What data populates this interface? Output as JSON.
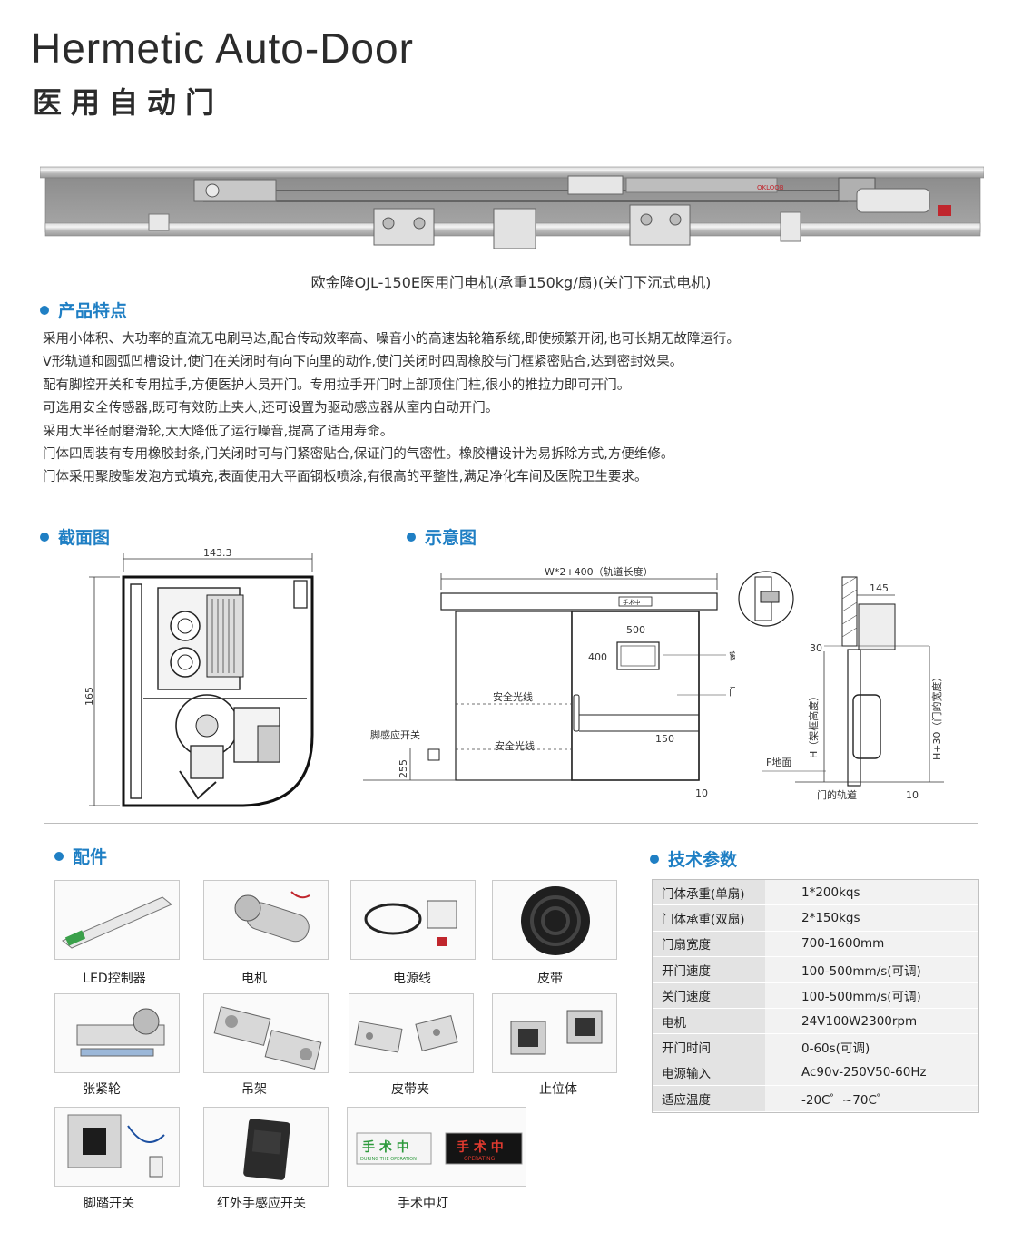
{
  "header": {
    "title_en": "Hermetic  Auto-Door",
    "title_cn": "医用自动门"
  },
  "product_caption": "欧金隆OJL-150E医用门电机(承重150kg/扇)(关门下沉式电机)",
  "rail_panel_labels": [
    "OKLOOB"
  ],
  "sections": {
    "features": "产品特点",
    "cross_section": "截面图",
    "schematic": "示意图",
    "accessories": "配件",
    "specs": "技术参数"
  },
  "features": [
    "采用小体积、大功率的直流无电刷马达,配合传动效率高、噪音小的高速齿轮箱系统,即使频繁开闭,也可长期无故障运行。",
    "V形轨道和圆弧凹槽设计,使门在关闭时有向下向里的动作,使门关闭时四周橡胶与门框紧密贴合,达到密封效果。",
    "配有脚控开关和专用拉手,方便医护人员开门。专用拉手开门时上部顶住门柱,很小的推拉力即可开门。",
    "可选用安全传感器,既可有效防止夹人,还可设置为驱动感应器从室内自动开门。",
    "采用大半径耐磨滑轮,大大降低了运行噪音,提高了适用寿命。",
    "门体四周装有专用橡胶封条,门关闭时可与门紧密贴合,保证门的气密性。橡胶槽设计为易拆除方式,方便维修。",
    "门体采用聚胺酯发泡方式填充,表面使用大平面钢板喷涂,有很高的平整性,满足净化车间及医院卫生要求。"
  ],
  "cross_section": {
    "width_label": "143.3",
    "height_label": "165"
  },
  "schematic": {
    "track_length": "W*2+400（轨道长度）",
    "sign_small": "手术中",
    "window_w": "500",
    "window_h": "400",
    "window": "窗户",
    "frame": "门框",
    "light1": "安全光线",
    "light2": "安全光线",
    "foot_switch": "脚感应开关",
    "foot_h": "255",
    "handle_h": "150",
    "gap_bottom": "10",
    "side_width": "145",
    "side_top": "30",
    "frame_height": "H（架框高度）",
    "door_width": "H+30（门的宽度）",
    "floor": "F地面",
    "door_track": "门的轨道",
    "side_gap": "10"
  },
  "accessories": [
    {
      "label": "LED控制器",
      "icon": "led-controller-icon"
    },
    {
      "label": "电机",
      "icon": "motor-icon"
    },
    {
      "label": "电源线",
      "icon": "power-cable-icon"
    },
    {
      "label": "皮带",
      "icon": "belt-icon"
    },
    {
      "label": "张紧轮",
      "icon": "tension-wheel-icon"
    },
    {
      "label": "吊架",
      "icon": "hanger-icon"
    },
    {
      "label": "皮带夹",
      "icon": "belt-clip-icon"
    },
    {
      "label": "止位体",
      "icon": "stopper-icon"
    },
    {
      "label": "脚踏开关",
      "icon": "foot-switch-icon"
    },
    {
      "label": "红外手感应开关",
      "icon": "infrared-switch-icon"
    },
    {
      "label": "手术中灯",
      "icon": "surgery-light-icon"
    }
  ],
  "surgery_light": {
    "green_text": "手 术 中",
    "green_sub": "DURING THE OPERATION",
    "red_text": "手 术 中",
    "red_sub": "OPERATING"
  },
  "specs": [
    {
      "k": "门体承重(单扇)",
      "v": "1*200kqs"
    },
    {
      "k": "门体承重(双扇)",
      "v": "2*150kgs"
    },
    {
      "k": "门扇宽度",
      "v": "700-1600mm"
    },
    {
      "k": "开门速度",
      "v": "100-500mm/s(可调)"
    },
    {
      "k": "关门速度",
      "v": "100-500mm/s(可调)"
    },
    {
      "k": "电机",
      "v": "24V100W2300rpm"
    },
    {
      "k": "开门时间",
      "v": "0-60s(可调)"
    },
    {
      "k": "电源输入",
      "v": "Ac90v-250V50-60Hz"
    },
    {
      "k": "适应温度",
      "v": "-20C゜~70C゜"
    }
  ]
}
